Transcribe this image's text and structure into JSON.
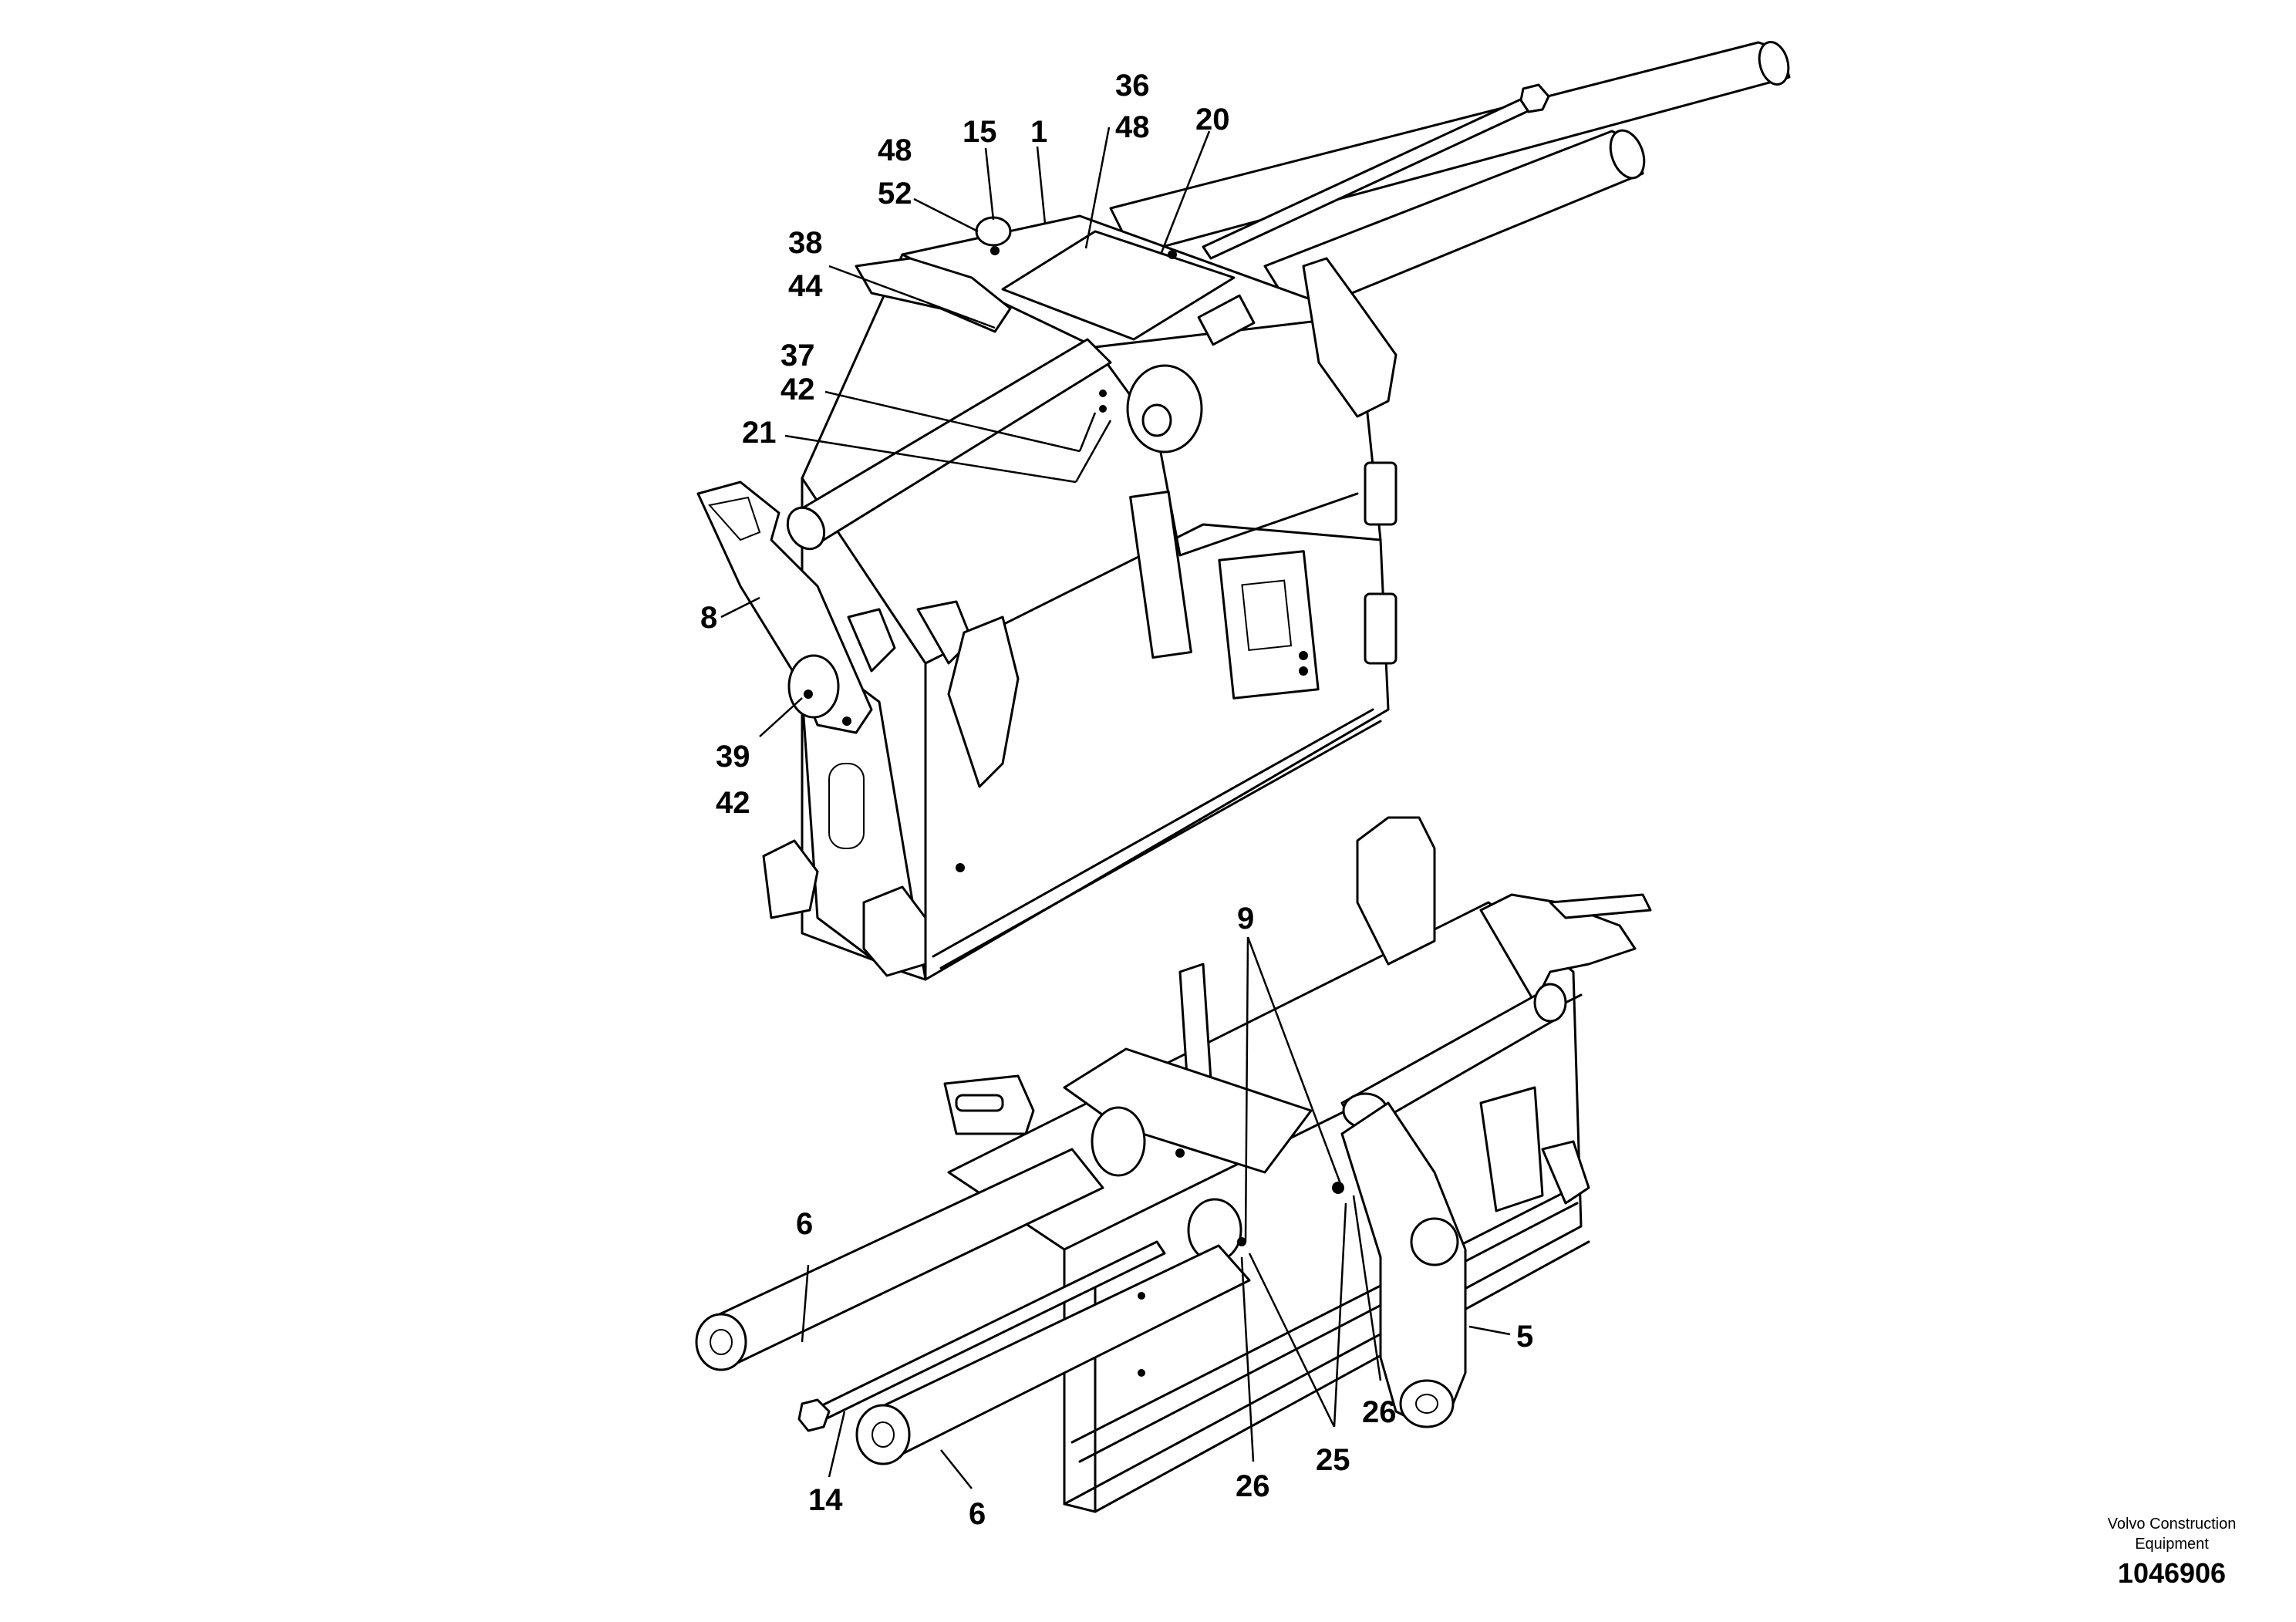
{
  "drawing": {
    "brand_line1": "Volvo Construction",
    "brand_line2": "Equipment",
    "doc_number": "1046906"
  },
  "callouts": {
    "c36": "36",
    "c48a": "48",
    "c20": "20",
    "c48b": "48",
    "c15": "15",
    "c1": "1",
    "c52": "52",
    "c38": "38",
    "c44": "44",
    "c37": "37",
    "c42a": "42",
    "c21": "21",
    "c8": "8",
    "c39": "39",
    "c42b": "42",
    "c9": "9",
    "c6a": "6",
    "c5": "5",
    "c26a": "26",
    "c25": "25",
    "c26b": "26",
    "c14": "14",
    "c6b": "6"
  }
}
